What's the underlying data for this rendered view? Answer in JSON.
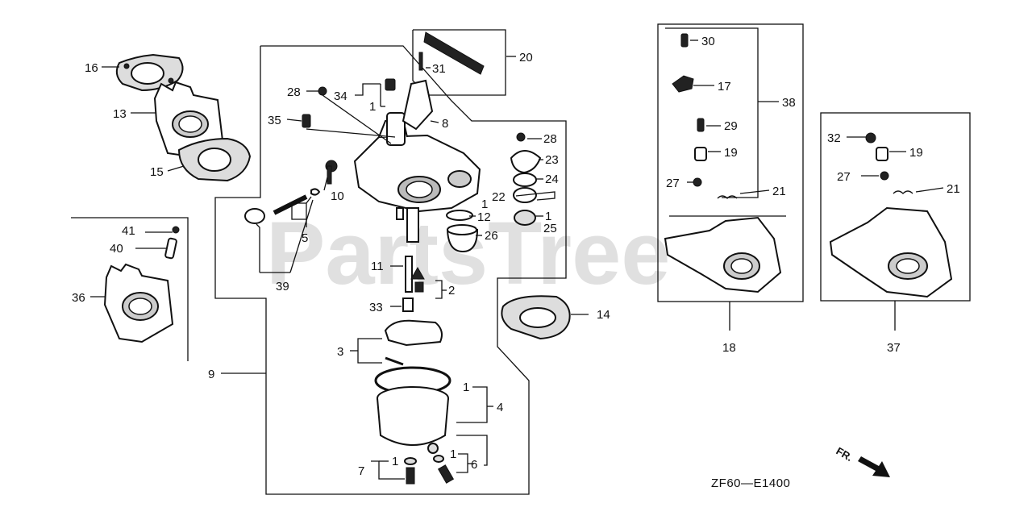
{
  "diagram": {
    "watermark": "PartsTree",
    "drawing_code": "ZF60—E1400",
    "front_marker": "FR.",
    "callouts": [
      {
        "id": "c1a",
        "text": "1"
      },
      {
        "id": "c1b",
        "text": "1"
      },
      {
        "id": "c1c",
        "text": "1"
      },
      {
        "id": "c1d",
        "text": "1"
      },
      {
        "id": "c1e",
        "text": "1"
      },
      {
        "id": "c1f",
        "text": "1"
      },
      {
        "id": "c2",
        "text": "2"
      },
      {
        "id": "c3",
        "text": "3"
      },
      {
        "id": "c4",
        "text": "4"
      },
      {
        "id": "c5",
        "text": "5"
      },
      {
        "id": "c6",
        "text": "6"
      },
      {
        "id": "c7",
        "text": "7"
      },
      {
        "id": "c8",
        "text": "8"
      },
      {
        "id": "c9",
        "text": "9"
      },
      {
        "id": "c10",
        "text": "10"
      },
      {
        "id": "c11",
        "text": "11"
      },
      {
        "id": "c12",
        "text": "12"
      },
      {
        "id": "c13",
        "text": "13"
      },
      {
        "id": "c14",
        "text": "14"
      },
      {
        "id": "c15",
        "text": "15"
      },
      {
        "id": "c16",
        "text": "16"
      },
      {
        "id": "c17",
        "text": "17"
      },
      {
        "id": "c18",
        "text": "18"
      },
      {
        "id": "c19a",
        "text": "19"
      },
      {
        "id": "c19b",
        "text": "19"
      },
      {
        "id": "c20",
        "text": "20"
      },
      {
        "id": "c21a",
        "text": "21"
      },
      {
        "id": "c21b",
        "text": "21"
      },
      {
        "id": "c22",
        "text": "22"
      },
      {
        "id": "c23",
        "text": "23"
      },
      {
        "id": "c24",
        "text": "24"
      },
      {
        "id": "c25",
        "text": "25"
      },
      {
        "id": "c26",
        "text": "26"
      },
      {
        "id": "c27a",
        "text": "27"
      },
      {
        "id": "c27b",
        "text": "27"
      },
      {
        "id": "c28a",
        "text": "28"
      },
      {
        "id": "c28b",
        "text": "28"
      },
      {
        "id": "c29",
        "text": "29"
      },
      {
        "id": "c30",
        "text": "30"
      },
      {
        "id": "c31",
        "text": "31"
      },
      {
        "id": "c32",
        "text": "32"
      },
      {
        "id": "c33",
        "text": "33"
      },
      {
        "id": "c34",
        "text": "34"
      },
      {
        "id": "c35",
        "text": "35"
      },
      {
        "id": "c36",
        "text": "36"
      },
      {
        "id": "c37",
        "text": "37"
      },
      {
        "id": "c38",
        "text": "38"
      },
      {
        "id": "c39",
        "text": "39"
      },
      {
        "id": "c40",
        "text": "40"
      },
      {
        "id": "c41",
        "text": "41"
      }
    ]
  }
}
